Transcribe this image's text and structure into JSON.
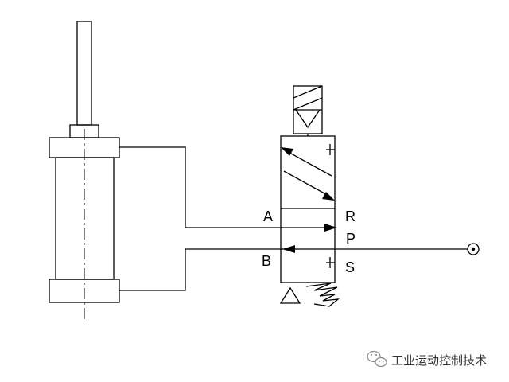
{
  "ports": {
    "a": "A",
    "b": "B",
    "r": "R",
    "p": "P",
    "s": "S"
  },
  "watermark": {
    "text": "工业运动控制技术",
    "icon": "wechat-icon"
  },
  "colors": {
    "stroke": "#000000",
    "background": "#ffffff",
    "watermark": "#333333"
  }
}
